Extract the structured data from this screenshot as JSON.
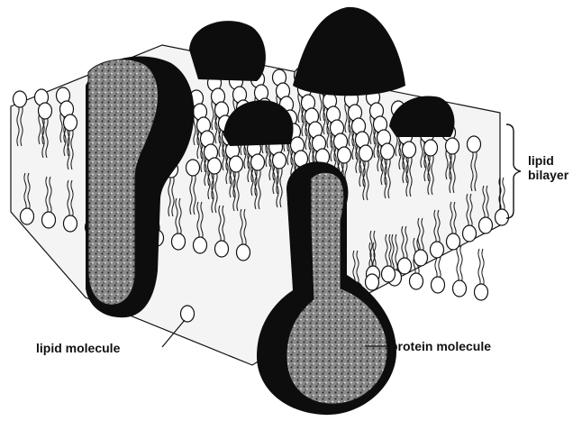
{
  "labels": {
    "lipid_bilayer_line1": "lipid",
    "lipid_bilayer_line2": "bilayer",
    "lipid_molecule": "lipid molecule",
    "protein_molecule": "protein molecule"
  },
  "colors": {
    "background": "#ffffff",
    "ink": "#111111",
    "protein_fill": "#8a8a8a"
  }
}
